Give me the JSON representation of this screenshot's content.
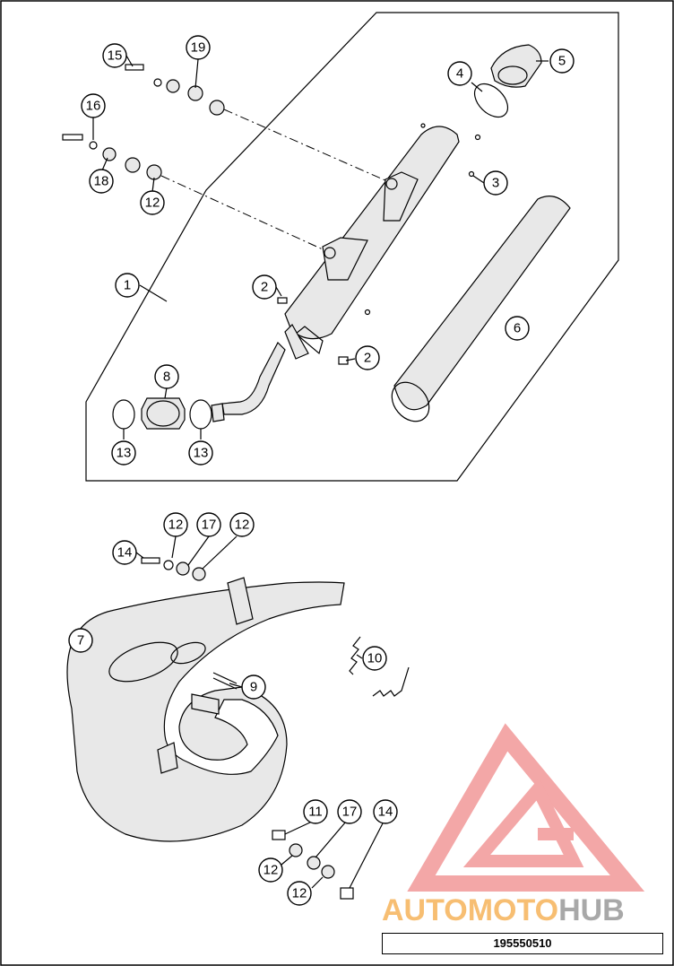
{
  "diagram": {
    "callouts": [
      {
        "id": "c15a",
        "label": "15"
      },
      {
        "id": "c19",
        "label": "19"
      },
      {
        "id": "c4",
        "label": "4"
      },
      {
        "id": "c5",
        "label": "5"
      },
      {
        "id": "c16",
        "label": "16"
      },
      {
        "id": "c18",
        "label": "18"
      },
      {
        "id": "c12a",
        "label": "12"
      },
      {
        "id": "c3",
        "label": "3"
      },
      {
        "id": "c1",
        "label": "1"
      },
      {
        "id": "c2a",
        "label": "2"
      },
      {
        "id": "c6",
        "label": "6"
      },
      {
        "id": "c2b",
        "label": "2"
      },
      {
        "id": "c8",
        "label": "8"
      },
      {
        "id": "c13a",
        "label": "13"
      },
      {
        "id": "c13b",
        "label": "13"
      },
      {
        "id": "c12b",
        "label": "12"
      },
      {
        "id": "c17a",
        "label": "17"
      },
      {
        "id": "c12c",
        "label": "12"
      },
      {
        "id": "c14a",
        "label": "14"
      },
      {
        "id": "c7",
        "label": "7"
      },
      {
        "id": "c10",
        "label": "10"
      },
      {
        "id": "c9",
        "label": "9"
      },
      {
        "id": "c11",
        "label": "11"
      },
      {
        "id": "c17b",
        "label": "17"
      },
      {
        "id": "c14b",
        "label": "14"
      },
      {
        "id": "c12d",
        "label": "12"
      },
      {
        "id": "c12e",
        "label": "12"
      }
    ],
    "part_number": "195550510"
  },
  "watermark": {
    "text_part1": "AUTOMOTO",
    "text_part2": "HUB",
    "color_primary": "#f08a8a",
    "color_secondary": "#f6b35a",
    "color_tertiary": "#999999"
  }
}
